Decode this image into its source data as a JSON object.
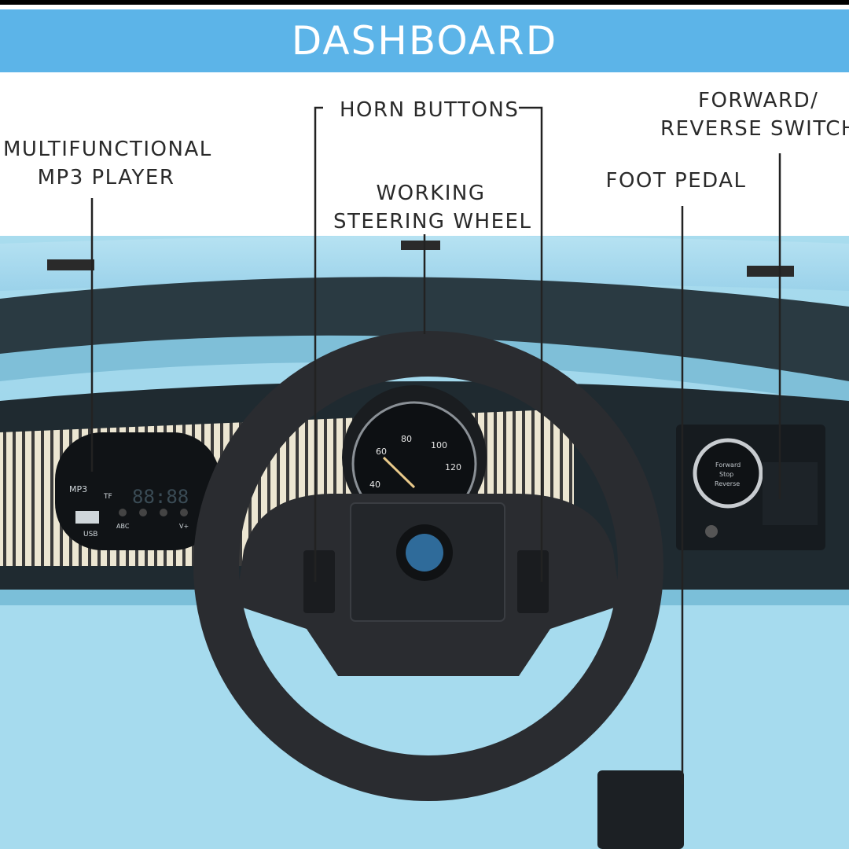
{
  "banner": {
    "title": "DASHBOARD"
  },
  "labels": {
    "mp3_line1": "MULTIFUNCTIONAL",
    "mp3_line2": "MP3 PLAYER",
    "horn": "HORN BUTTONS",
    "steering_line1": "WORKING",
    "steering_line2": "STEERING WHEEL",
    "pedal": "FOOT PEDAL",
    "switch_line1": "FORWARD/",
    "switch_line2": "REVERSE SWITCH"
  },
  "mp3_player": {
    "port_labels": [
      "MP3",
      "TF",
      "USB"
    ],
    "button_labels": [
      "ABC",
      "V+"
    ],
    "display": "88:88"
  },
  "speedometer": {
    "ticks": [
      "40",
      "60",
      "80",
      "100",
      "120"
    ]
  },
  "switch_labels": [
    "Forward",
    "Stop",
    "Reverse"
  ],
  "colors": {
    "banner": "#5cb4e8",
    "body_blue": "#a9dcef",
    "wheel": "#2a2c30"
  }
}
